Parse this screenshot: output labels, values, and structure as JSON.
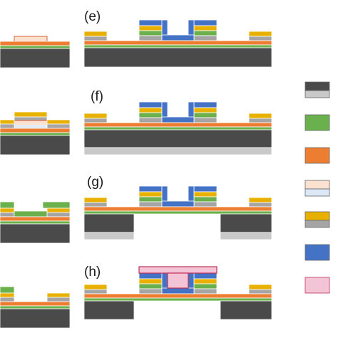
{
  "panels": [
    {
      "key": "e",
      "label": "(e)"
    },
    {
      "key": "f",
      "label": "(f)"
    },
    {
      "key": "g",
      "label": "(g)"
    },
    {
      "key": "h",
      "label": "(h)"
    }
  ],
  "colors": {
    "substrate_dark": "#4a4a4a",
    "substrate_light": "#c9c9c9",
    "green": "#6ab04c",
    "orange": "#ed7d31",
    "peach": "#fbe2d0",
    "light_blue": "#dde8f7",
    "gold": "#e8b100",
    "gray_metal": "#a5a5a5",
    "blue": "#4472c4",
    "pink": "#f2c4d6",
    "pink_edge": "#c0335a",
    "outline": "#ffffff"
  },
  "legend": [
    {
      "key": "substrate",
      "top_color": "substrate_dark",
      "bottom_color": "substrate_light"
    },
    {
      "key": "green-layer",
      "top_color": "green"
    },
    {
      "key": "orange-layer",
      "top_color": "orange"
    },
    {
      "key": "peach-layer",
      "top_color": "peach",
      "bottom_color": "light_blue"
    },
    {
      "key": "metal-stack",
      "top_color": "gold",
      "bottom_color": "gray_metal"
    },
    {
      "key": "blue-layer",
      "top_color": "blue"
    },
    {
      "key": "pink-layer",
      "top_color": "pink"
    }
  ]
}
